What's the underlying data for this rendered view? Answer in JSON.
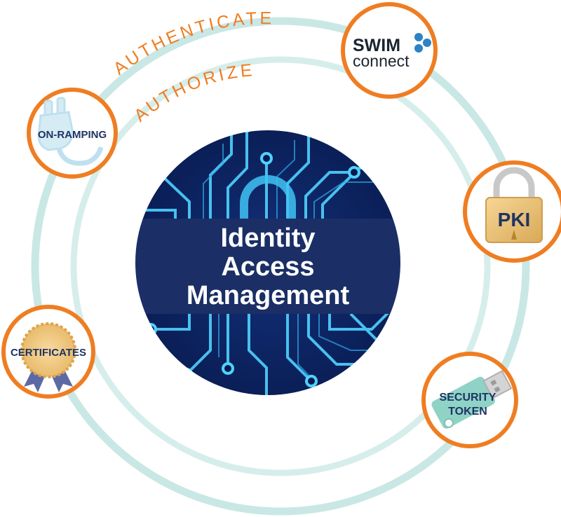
{
  "colors": {
    "orange": "#ef7d22",
    "ring": "#c9e8e5",
    "navy": "#1f3463",
    "circuit_bg": "#0b1f5c",
    "circuit_line": "#4fd2ff"
  },
  "orbits": {
    "outer_label": "AUTHENTICATE",
    "inner_label": "AUTHORIZE"
  },
  "center": {
    "line1": "Identity",
    "line2": "Access",
    "line3": "Management"
  },
  "nodes": {
    "swim": {
      "word1": "SWIM",
      "word2": "connect",
      "icon": "dots-logo-icon"
    },
    "on_ramping": {
      "label": "ON-RAMPING",
      "icon": "plug-icon"
    },
    "pki": {
      "label": "PKI",
      "icon": "padlock-icon"
    },
    "certificates": {
      "label": "CERTIFICATES",
      "icon": "award-ribbon-icon"
    },
    "security_token": {
      "line1": "SECURITY",
      "line2": "TOKEN",
      "icon": "usb-token-icon"
    }
  }
}
